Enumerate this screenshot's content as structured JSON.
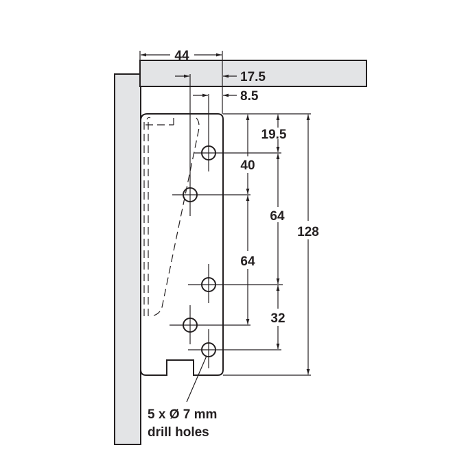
{
  "dimensions": {
    "width_total": "44",
    "offset_first_hole_col": "17.5",
    "offset_second_hole_col": "8.5",
    "top_to_first_hole": "19.5",
    "top_to_second_hole": "40",
    "hole1_to_hole3": "64",
    "hole2_to_hole4": "64",
    "hole3_to_hole5": "32",
    "total_height": "128"
  },
  "note": {
    "line1": "5 x Ø 7 mm",
    "line2": "drill holes"
  },
  "colors": {
    "panel": "#e3e4e6",
    "line": "#231f20"
  }
}
